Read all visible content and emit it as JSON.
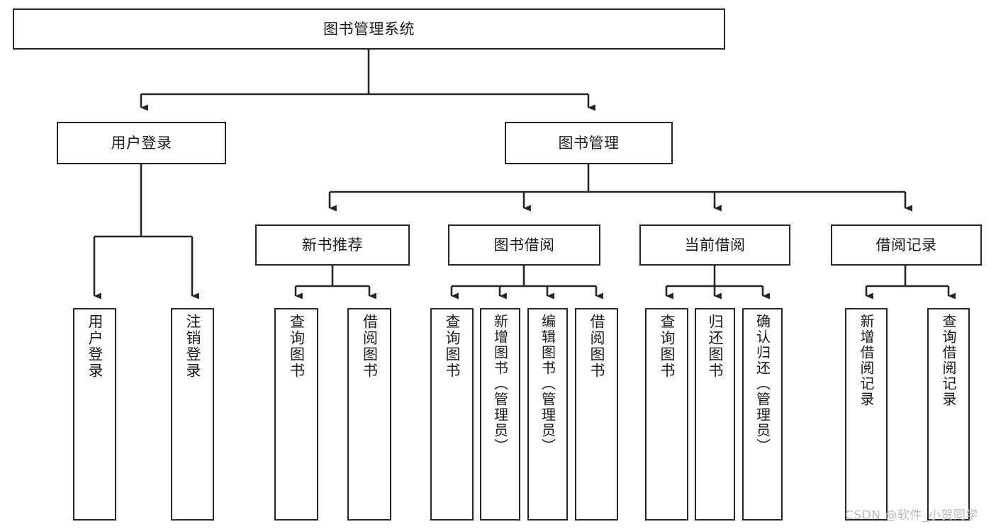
{
  "diagram": {
    "title": "图书管理系统",
    "type": "tree",
    "root": {
      "id": "root",
      "label": "图书管理系统"
    },
    "level1": [
      {
        "id": "user-login",
        "label": "用户登录"
      },
      {
        "id": "book-manage",
        "label": "图书管理"
      }
    ],
    "level2": [
      {
        "id": "new-book-recommend",
        "label": "新书推荐",
        "parent": "book-manage"
      },
      {
        "id": "book-borrow",
        "label": "图书借阅",
        "parent": "book-manage"
      },
      {
        "id": "current-borrow",
        "label": "当前借阅",
        "parent": "book-manage"
      },
      {
        "id": "borrow-record",
        "label": "借阅记录",
        "parent": "book-manage"
      }
    ],
    "leaves": [
      {
        "id": "leaf-user-login",
        "label": "用户登录",
        "parent": "user-login"
      },
      {
        "id": "leaf-user-logout",
        "label": "注销登录",
        "parent": "user-login"
      },
      {
        "id": "leaf-query-book-1",
        "label": "查询图书",
        "parent": "new-book-recommend"
      },
      {
        "id": "leaf-borrow-book-1",
        "label": "借阅图书",
        "parent": "new-book-recommend"
      },
      {
        "id": "leaf-query-book-2",
        "label": "查询图书",
        "parent": "book-borrow"
      },
      {
        "id": "leaf-add-book",
        "label": "新增图书（管理员）",
        "parent": "book-borrow"
      },
      {
        "id": "leaf-edit-book",
        "label": "编辑图书（管理员）",
        "parent": "book-borrow"
      },
      {
        "id": "leaf-borrow-book-2",
        "label": "借阅图书",
        "parent": "book-borrow"
      },
      {
        "id": "leaf-query-book-3",
        "label": "查询图书",
        "parent": "current-borrow"
      },
      {
        "id": "leaf-return-book",
        "label": "归还图书",
        "parent": "current-borrow"
      },
      {
        "id": "leaf-confirm-return",
        "label": "确认归还（管理员）",
        "parent": "current-borrow"
      },
      {
        "id": "leaf-add-record",
        "label": "新增借阅记录",
        "parent": "borrow-record"
      },
      {
        "id": "leaf-query-record",
        "label": "查询借阅记录",
        "parent": "borrow-record"
      }
    ],
    "colors": {
      "box_border": "#262626",
      "box_fill": "#ffffff",
      "connector": "#262626",
      "text": "#1a1a1a",
      "background": "#ffffff",
      "watermark": "#b9b9b9"
    }
  },
  "watermark": {
    "text": "CSDN @软件_小贺同学"
  }
}
